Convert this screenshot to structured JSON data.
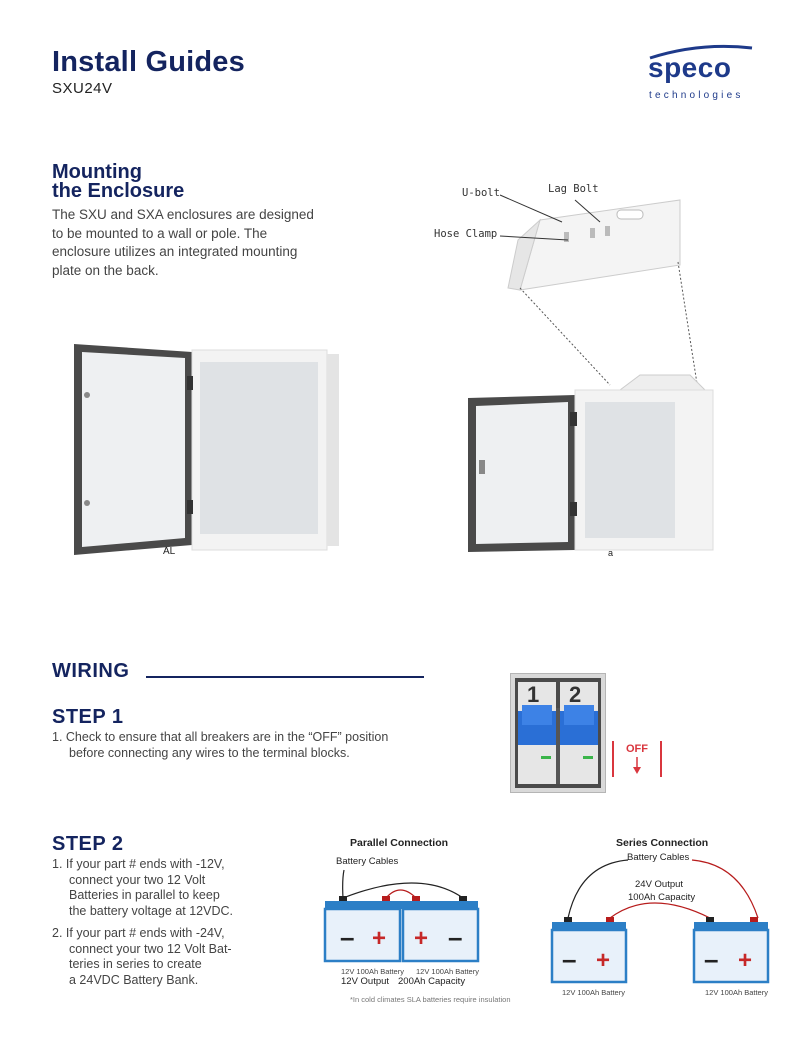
{
  "header": {
    "title": "Install Guides",
    "model": "SXU24V",
    "logo_word": "speco",
    "logo_sub": "technologies"
  },
  "mounting": {
    "heading_line1": "Mounting",
    "heading_line2": "the Enclosure",
    "body": [
      "The SXU and SXA enclosures are designed",
      "to be mounted to a wall or pole. The",
      "enclosure utilizes an integrated mounting",
      "plate on the back."
    ],
    "callouts": {
      "ubolt": "U-bolt",
      "lag": "Lag Bolt",
      "hose": "Hose Clamp"
    },
    "image_marks": {
      "left": "AL",
      "right": "a"
    }
  },
  "wiring": {
    "heading": "WIRING",
    "step1": {
      "heading": "STEP 1",
      "lines": [
        "1.  Check to ensure that all breakers are in the “OFF” position",
        "before connecting any wires to the terminal blocks."
      ],
      "breaker_labels": [
        "1",
        "2"
      ],
      "off_label": "OFF"
    },
    "step2": {
      "heading": "STEP 2",
      "item1": [
        "1.  If your part # ends with -12V,",
        "connect your two 12 Volt",
        "Batteries in parallel to keep",
        "the battery voltage at 12VDC."
      ],
      "item2": [
        "2.  If your part # ends with -24V,",
        "connect your two 12 Volt Bat-",
        "teries in series to create",
        "a 24VDC Battery Bank."
      ]
    },
    "parallel": {
      "title": "Parallel Connection",
      "cables": "Battery Cables",
      "battery_labels": [
        "12V 100Ah Battery",
        "12V 100Ah Battery"
      ],
      "output": "12V Output",
      "capacity": "200Ah Capacity",
      "note": "*In cold climates SLA batteries require insulation"
    },
    "series": {
      "title": "Series Connection",
      "cables": "Battery Cables",
      "output": "24V Output",
      "capacity": "100Ah Capacity",
      "battery_labels": [
        "12V 100Ah Battery",
        "12V 100Ah Battery"
      ]
    }
  },
  "colors": {
    "navy": "#14245f",
    "breaker_blue": "#2a6fd6",
    "battery_blue": "#2c7fc6",
    "battery_face": "#e8f1fa",
    "plus_red": "#c62828",
    "off_red": "#d9363e"
  }
}
